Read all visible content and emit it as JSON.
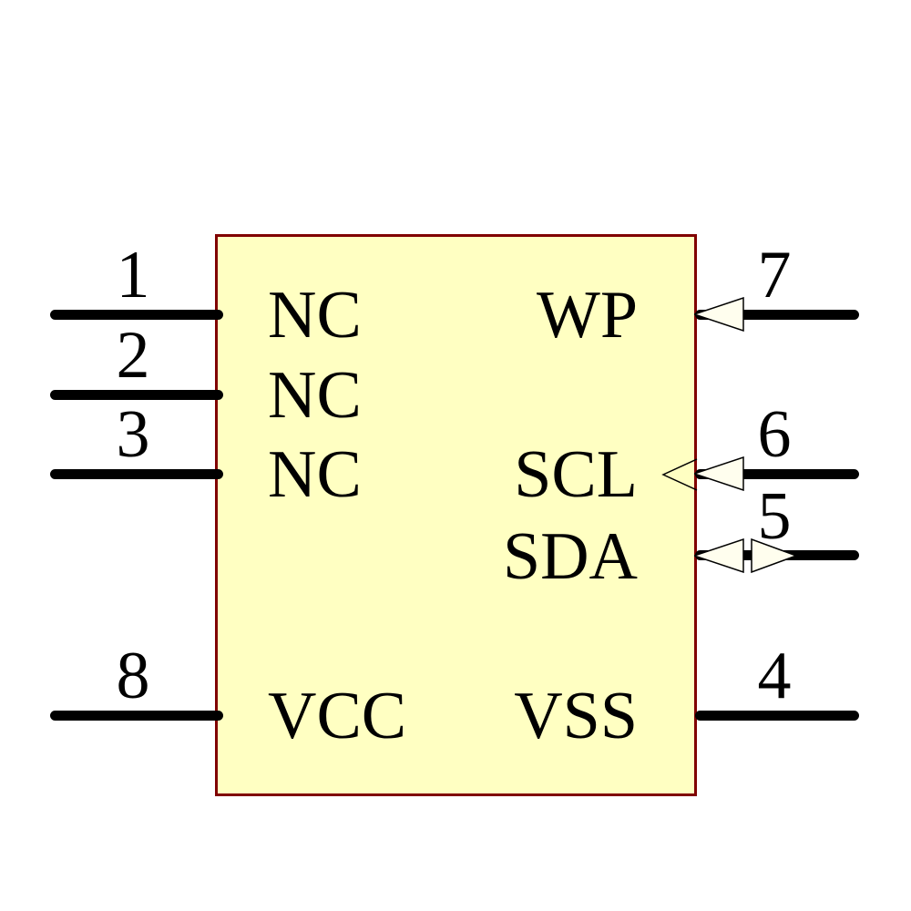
{
  "colors": {
    "background": "#FFFFFF",
    "body_fill": "#FFFFC2",
    "body_outline": "#800000",
    "pin_line": "#000000",
    "arrow_fill": "#FFFEEE",
    "arrow_outline": "#000000",
    "text": "#000000"
  },
  "component": {
    "pins_left": [
      {
        "number": "1",
        "name": "NC"
      },
      {
        "number": "2",
        "name": "NC"
      },
      {
        "number": "3",
        "name": "NC"
      },
      {
        "number": "8",
        "name": "VCC"
      }
    ],
    "pins_right": [
      {
        "number": "7",
        "name": "WP"
      },
      {
        "number": "6",
        "name": "SCL"
      },
      {
        "number": "5",
        "name": "SDA"
      },
      {
        "number": "4",
        "name": "VSS"
      }
    ]
  }
}
